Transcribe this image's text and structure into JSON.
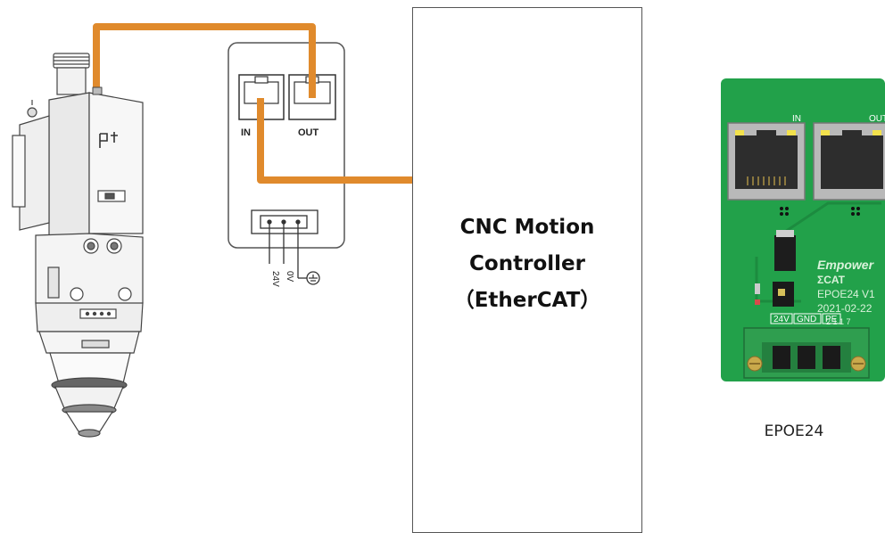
{
  "module": {
    "port_in_label": "IN",
    "port_out_label": "OUT",
    "terminal_labels": [
      "24V",
      "0V"
    ]
  },
  "controller": {
    "line1": "CNC Motion",
    "line2": "Controller",
    "line3": "（EtherCAT）"
  },
  "board": {
    "caption": "EPOE24",
    "silk_in": "IN",
    "silk_out": "OUT",
    "brand": "Empower",
    "logo_text": "ΣCAT",
    "model": "EPOE24 V1",
    "date": "2021-02-22",
    "code": "2 1 1 7",
    "terminal_labels": [
      "24V",
      "GND",
      "PE"
    ]
  },
  "colors": {
    "cable": "#e08a2c",
    "board_green": "#22a14a",
    "terminal_green": "#2f9e4f"
  }
}
